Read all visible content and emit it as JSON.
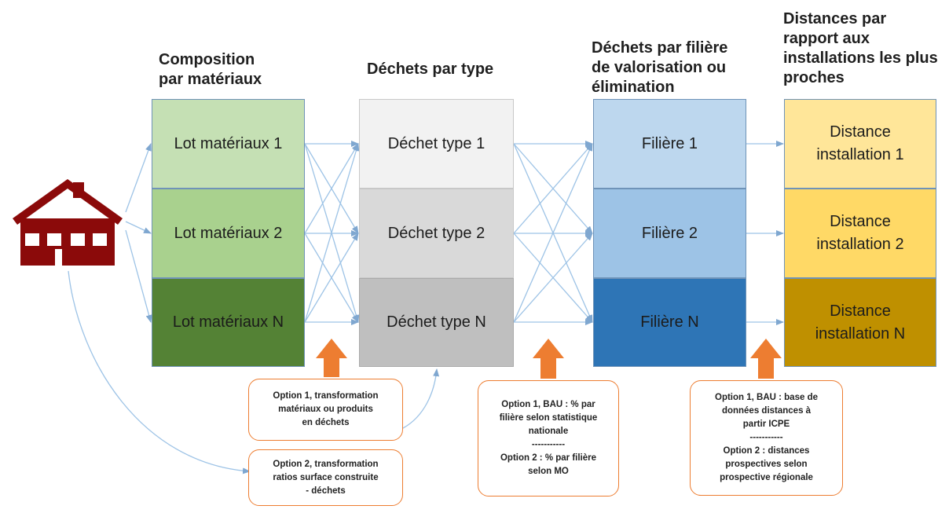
{
  "headers": {
    "composition": "Composition\npar matériaux",
    "dechets_type": "Déchets par type",
    "filiere": "Déchets par filière\nde valorisation ou\nélimination",
    "distances": "Distances par\nrapport aux\ninstallations les plus\nproches"
  },
  "columns": {
    "lots": [
      "Lot matériaux 1",
      "Lot matériaux 2",
      "Lot matériaux N"
    ],
    "dechets": [
      "Déchet type 1",
      "Déchet type 2",
      "Déchet type N"
    ],
    "filieres": [
      "Filière 1",
      "Filière 2",
      "Filière N"
    ],
    "distances": [
      "Distance\ninstallation 1",
      "Distance\ninstallation 2",
      "Distance\ninstallation N"
    ]
  },
  "notes": {
    "lot_option1": "Option 1, transformation\nmatériaux ou produits\nen déchets",
    "lot_option2": "Option 2, transformation\nratios surface construite\n- déchets",
    "filiere_options": "Option 1, BAU : % par\nfilière selon statistique\nnationale\n-----------\nOption 2 : % par filière\nselon MO",
    "distance_options": "Option 1, BAU : base de\ndonnées distances à\npartir ICPE\n-----------\nOption 2 : distances\nprospectives selon\nprospective régionale"
  },
  "colors": {
    "lots": [
      "#c5e0b4",
      "#a9d18e",
      "#548235"
    ],
    "dechets": [
      "#f2f2f2",
      "#d9d9d9",
      "#bfbfbf"
    ],
    "filieres": [
      "#bdd7ee",
      "#9dc3e6",
      "#2e75b6"
    ],
    "distances": [
      "#ffe699",
      "#ffd966",
      "#bf9000"
    ],
    "house": "#8b0a0a",
    "arrow_orange": "#ed7d31",
    "connector": "#9dc3e6",
    "box_border": "#6f93b8"
  },
  "icons": [
    "house-icon",
    "up-arrow-icon"
  ]
}
